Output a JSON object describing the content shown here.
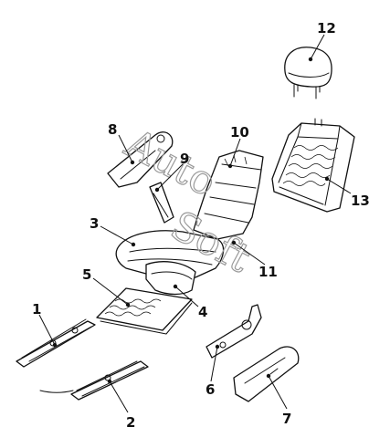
{
  "diagram": {
    "callouts": [
      {
        "id": "p1",
        "label": "1"
      },
      {
        "id": "p2",
        "label": "2"
      },
      {
        "id": "p3",
        "label": "3"
      },
      {
        "id": "p4",
        "label": "4"
      },
      {
        "id": "p5",
        "label": "5"
      },
      {
        "id": "p6",
        "label": "6"
      },
      {
        "id": "p7",
        "label": "7"
      },
      {
        "id": "p8",
        "label": "8"
      },
      {
        "id": "p9",
        "label": "9"
      },
      {
        "id": "p10",
        "label": "10"
      },
      {
        "id": "p11",
        "label": "11"
      },
      {
        "id": "p12",
        "label": "12"
      },
      {
        "id": "p13",
        "label": "13"
      }
    ],
    "watermark": {
      "line1": "Auto",
      "line2": "Soft"
    },
    "colors": {
      "line": "#111111",
      "watermark": "#9a9a9a",
      "background": "#ffffff"
    }
  }
}
